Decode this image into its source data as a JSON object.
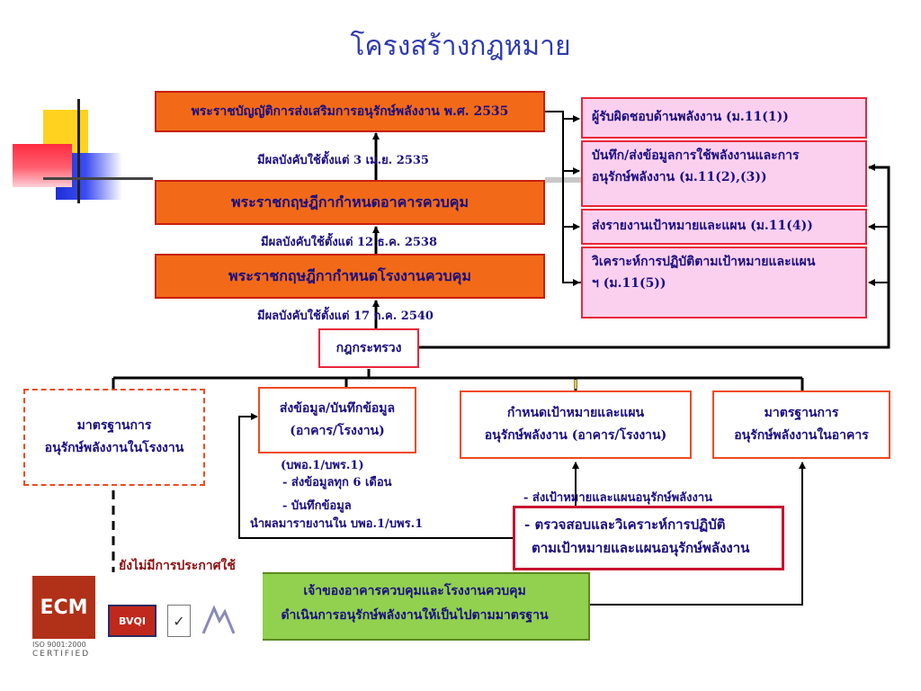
{
  "title": "โครงสร้างกฎหมาย",
  "laws": [
    {
      "label": "พระราชบัญญัติการส่งเสริมการอนุรักษ์พลังงาน พ.ศ. 2535",
      "effective": "มีผลบังคับใช้ตั้งแต่ 3 เม.ย. 2535"
    },
    {
      "label": "พระราชกฤษฎีกากำหนดอาคารควบคุม",
      "effective": "มีผลบังคับใช้ตั้งแต่ 12 ธ.ค. 2538"
    },
    {
      "label": "พระราชกฤษฎีกากำหนดโรงงานควบคุม",
      "effective": "มีผลบังคับใช้ตั้งแต่ 17 ก.ค. 2540"
    }
  ],
  "duties": [
    {
      "line1": "ผู้รับผิดชอบด้านพลังงาน (ม.11(1))",
      "line2": ""
    },
    {
      "line1": "บันทึก/ส่งข้อมูลการใช้พลังงานและการ",
      "line2": "อนุรักษ์พลังงาน (ม.11(2),(3))"
    },
    {
      "line1": "ส่งรายงานเป้าหมายและแผน (ม.11(4))",
      "line2": ""
    },
    {
      "line1": "วิเคราะห์การปฏิบัติตามเป้าหมายและแผน",
      "line2": "ฯ (ม.11(5))"
    }
  ],
  "ministerial_regulation": "กฎกระทรวง",
  "regulations": [
    {
      "line1": "มาตรฐานการ",
      "line2": "อนุรักษ์พลังงานในโรงงาน"
    },
    {
      "line1": "ส่งข้อมูล/บันทึกข้อมูล",
      "line2": "(อาคาร/โรงงาน)"
    },
    {
      "line1": "กำหนดเป้าหมายและแผน",
      "line2": "อนุรักษ์พลังงาน (อาคาร/โรงงาน)"
    },
    {
      "line1": "มาตรฐานการ",
      "line2": "อนุรักษ์พลังงานในอาคาร"
    }
  ],
  "data_notes": [
    "(บพอ.1/บพร.1)",
    "- ส่งข้อมูลทุก 6 เดือน",
    "- บันทึกข้อมูล",
    "นำผลมารายงานใน บพอ.1/บพร.1"
  ],
  "target_note": "- ส่งเป้าหมายและแผนอนุรักษ์พลังงาน",
  "verify_box": {
    "line1": "- ตรวจสอบและวิเคราะห์การปฏิบัติ",
    "line2": "ตามเป้าหมายและแผนอนุรักษ์พลังงาน"
  },
  "not_announced": "ยังไม่มีการประกาศใช้",
  "owner_box": {
    "line1": "เจ้าของอาคารควบคุมและโรงงานควบคุม",
    "line2": "ดำเนินการอนุรักษ์พลังงานให้เป็นไปตามมาตรฐาน"
  },
  "logos": {
    "ecm": "ECM",
    "iso": "ISO 9001:2000",
    "certified": "CERTIFIED",
    "bvqi": "BVQI"
  },
  "colors": {
    "orange": "#f26a18",
    "pink": "#fbd0ef",
    "green": "#92d050",
    "title": "#2e3ab0",
    "text": "#1a0f80",
    "red_border": "#e8283a"
  }
}
